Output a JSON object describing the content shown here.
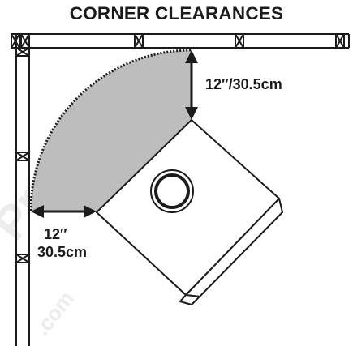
{
  "title": "CORNER CLEARANCES",
  "dimensions": {
    "top": "12″/30.5cm",
    "side_line1": "12″",
    "side_line2": "30.5cm"
  },
  "watermark": {
    "text": "Products",
    "text_small": ".com"
  },
  "colors": {
    "ink": "#1b1b1b",
    "clearance_fill": "#bdbdbd",
    "background": "#ffffff"
  }
}
